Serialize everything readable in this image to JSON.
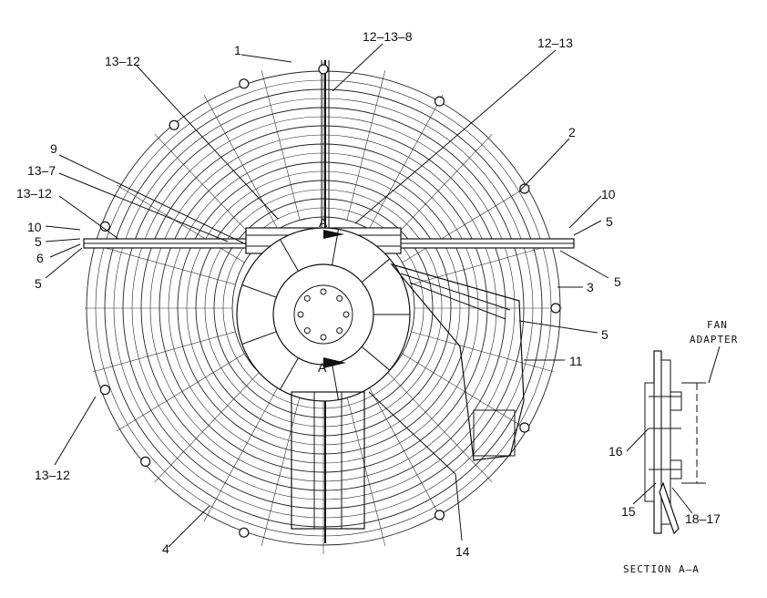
{
  "labels": {
    "l1": "1",
    "l12_13_8": "12–13–8",
    "l12_13": "12–13",
    "l13_12_a": "13–12",
    "l2": "2",
    "l9": "9",
    "l13_7": "13–7",
    "l13_12_b": "13–12",
    "l10_left": "10",
    "l5_left_a": "5",
    "l6": "6",
    "l5_left_b": "5",
    "l10_right": "10",
    "l5_right_a": "5",
    "l5_right_b": "5",
    "l3": "3",
    "l5_right_c": "5",
    "l11": "11",
    "l13_12_c": "13–12",
    "l4": "4",
    "l14": "14",
    "section_marker_top": "A",
    "section_marker_bottom": "A",
    "fan_adapter_1": "FAN",
    "fan_adapter_2": "ADAPTER",
    "l16": "16",
    "l15": "15",
    "l18_17": "18–17",
    "section_title": "SECTION  A–A"
  }
}
